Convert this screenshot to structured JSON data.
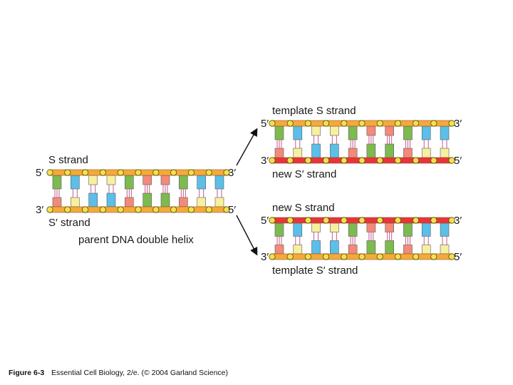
{
  "parent": {
    "s_strand_label": "S strand",
    "s_prime_strand_label": "S′ strand",
    "title": "parent DNA double helix",
    "top_left_end": "5′",
    "top_right_end": "3′",
    "bottom_left_end": "3′",
    "bottom_right_end": "5′"
  },
  "upper_daughter": {
    "top_label": "template S strand",
    "bottom_label": "new S′ strand",
    "top_left_end": "5′",
    "top_right_end": "3′",
    "bottom_left_end": "3′",
    "bottom_right_end": "5′"
  },
  "lower_daughter": {
    "top_label": "new S strand",
    "bottom_label": "template S′ strand",
    "top_left_end": "5′",
    "top_right_end": "3′",
    "bottom_left_end": "3′",
    "bottom_right_end": "5′"
  },
  "caption": {
    "figure_number": "Figure 6-3",
    "text": "Essential Cell Biology, 2/e. (© 2004 Garland Science)"
  },
  "colors": {
    "old_strand": "#f5a93c",
    "new_strand": "#e8343a",
    "phosphate": "#f5e04a",
    "base_green": "#7dba4f",
    "base_blue": "#5bbfe8",
    "base_yellow": "#f7f0a0",
    "base_pink": "#f28a7a",
    "hbond": "#c45a8c"
  },
  "base_pattern_top": [
    "green",
    "blue",
    "yellow",
    "yellow",
    "green",
    "pink",
    "pink",
    "green",
    "blue",
    "blue"
  ],
  "base_pattern_bottom": [
    "pink",
    "yellow",
    "blue",
    "blue",
    "pink",
    "green",
    "green",
    "pink",
    "yellow",
    "yellow"
  ]
}
